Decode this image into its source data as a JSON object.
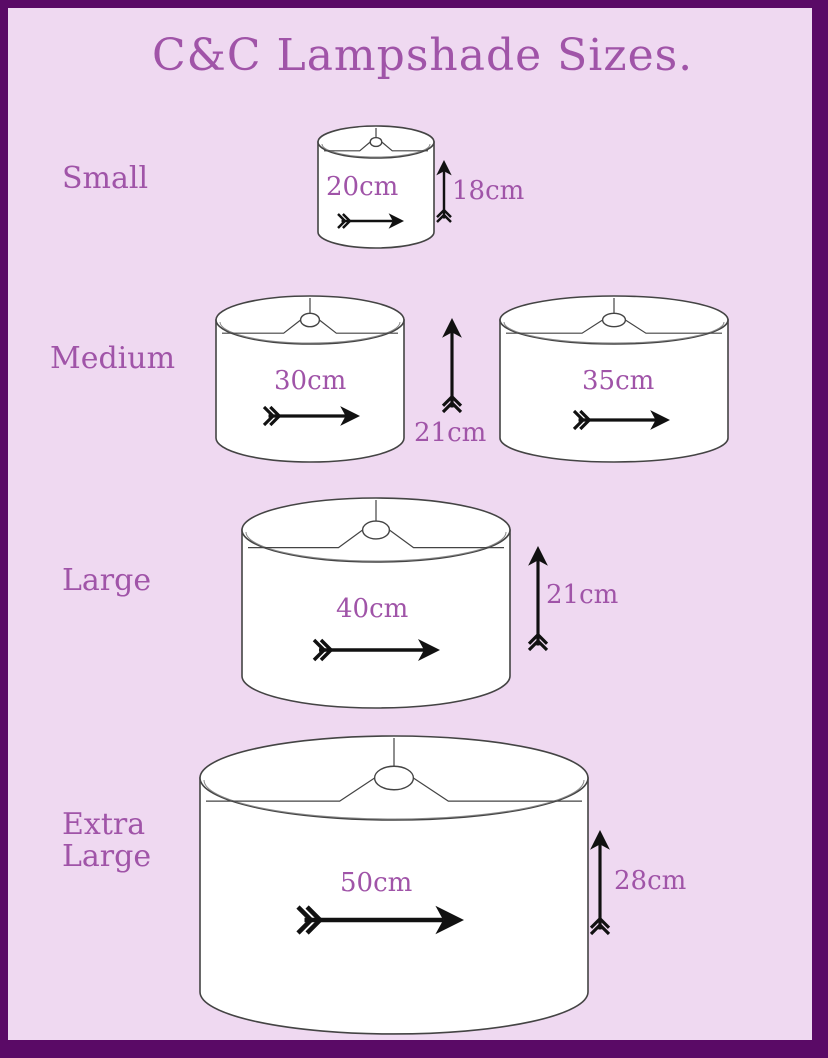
{
  "title": "C&C Lampshade Sizes.",
  "colors": {
    "frame": "#5a0a66",
    "background": "#efd9f1",
    "text": "#a054a8",
    "shade": "#ffffff",
    "outline": "#444444",
    "arrow": "#111111"
  },
  "sizes": [
    {
      "name": "Small",
      "widths": [
        "20cm"
      ],
      "height": "18cm"
    },
    {
      "name": "Medium",
      "widths": [
        "30cm",
        "35cm"
      ],
      "height": "21cm"
    },
    {
      "name": "Large",
      "widths": [
        "40cm"
      ],
      "height": "21cm"
    },
    {
      "name_line1": "Extra",
      "name_line2": "Large",
      "widths": [
        "50cm"
      ],
      "height": "28cm"
    }
  ]
}
